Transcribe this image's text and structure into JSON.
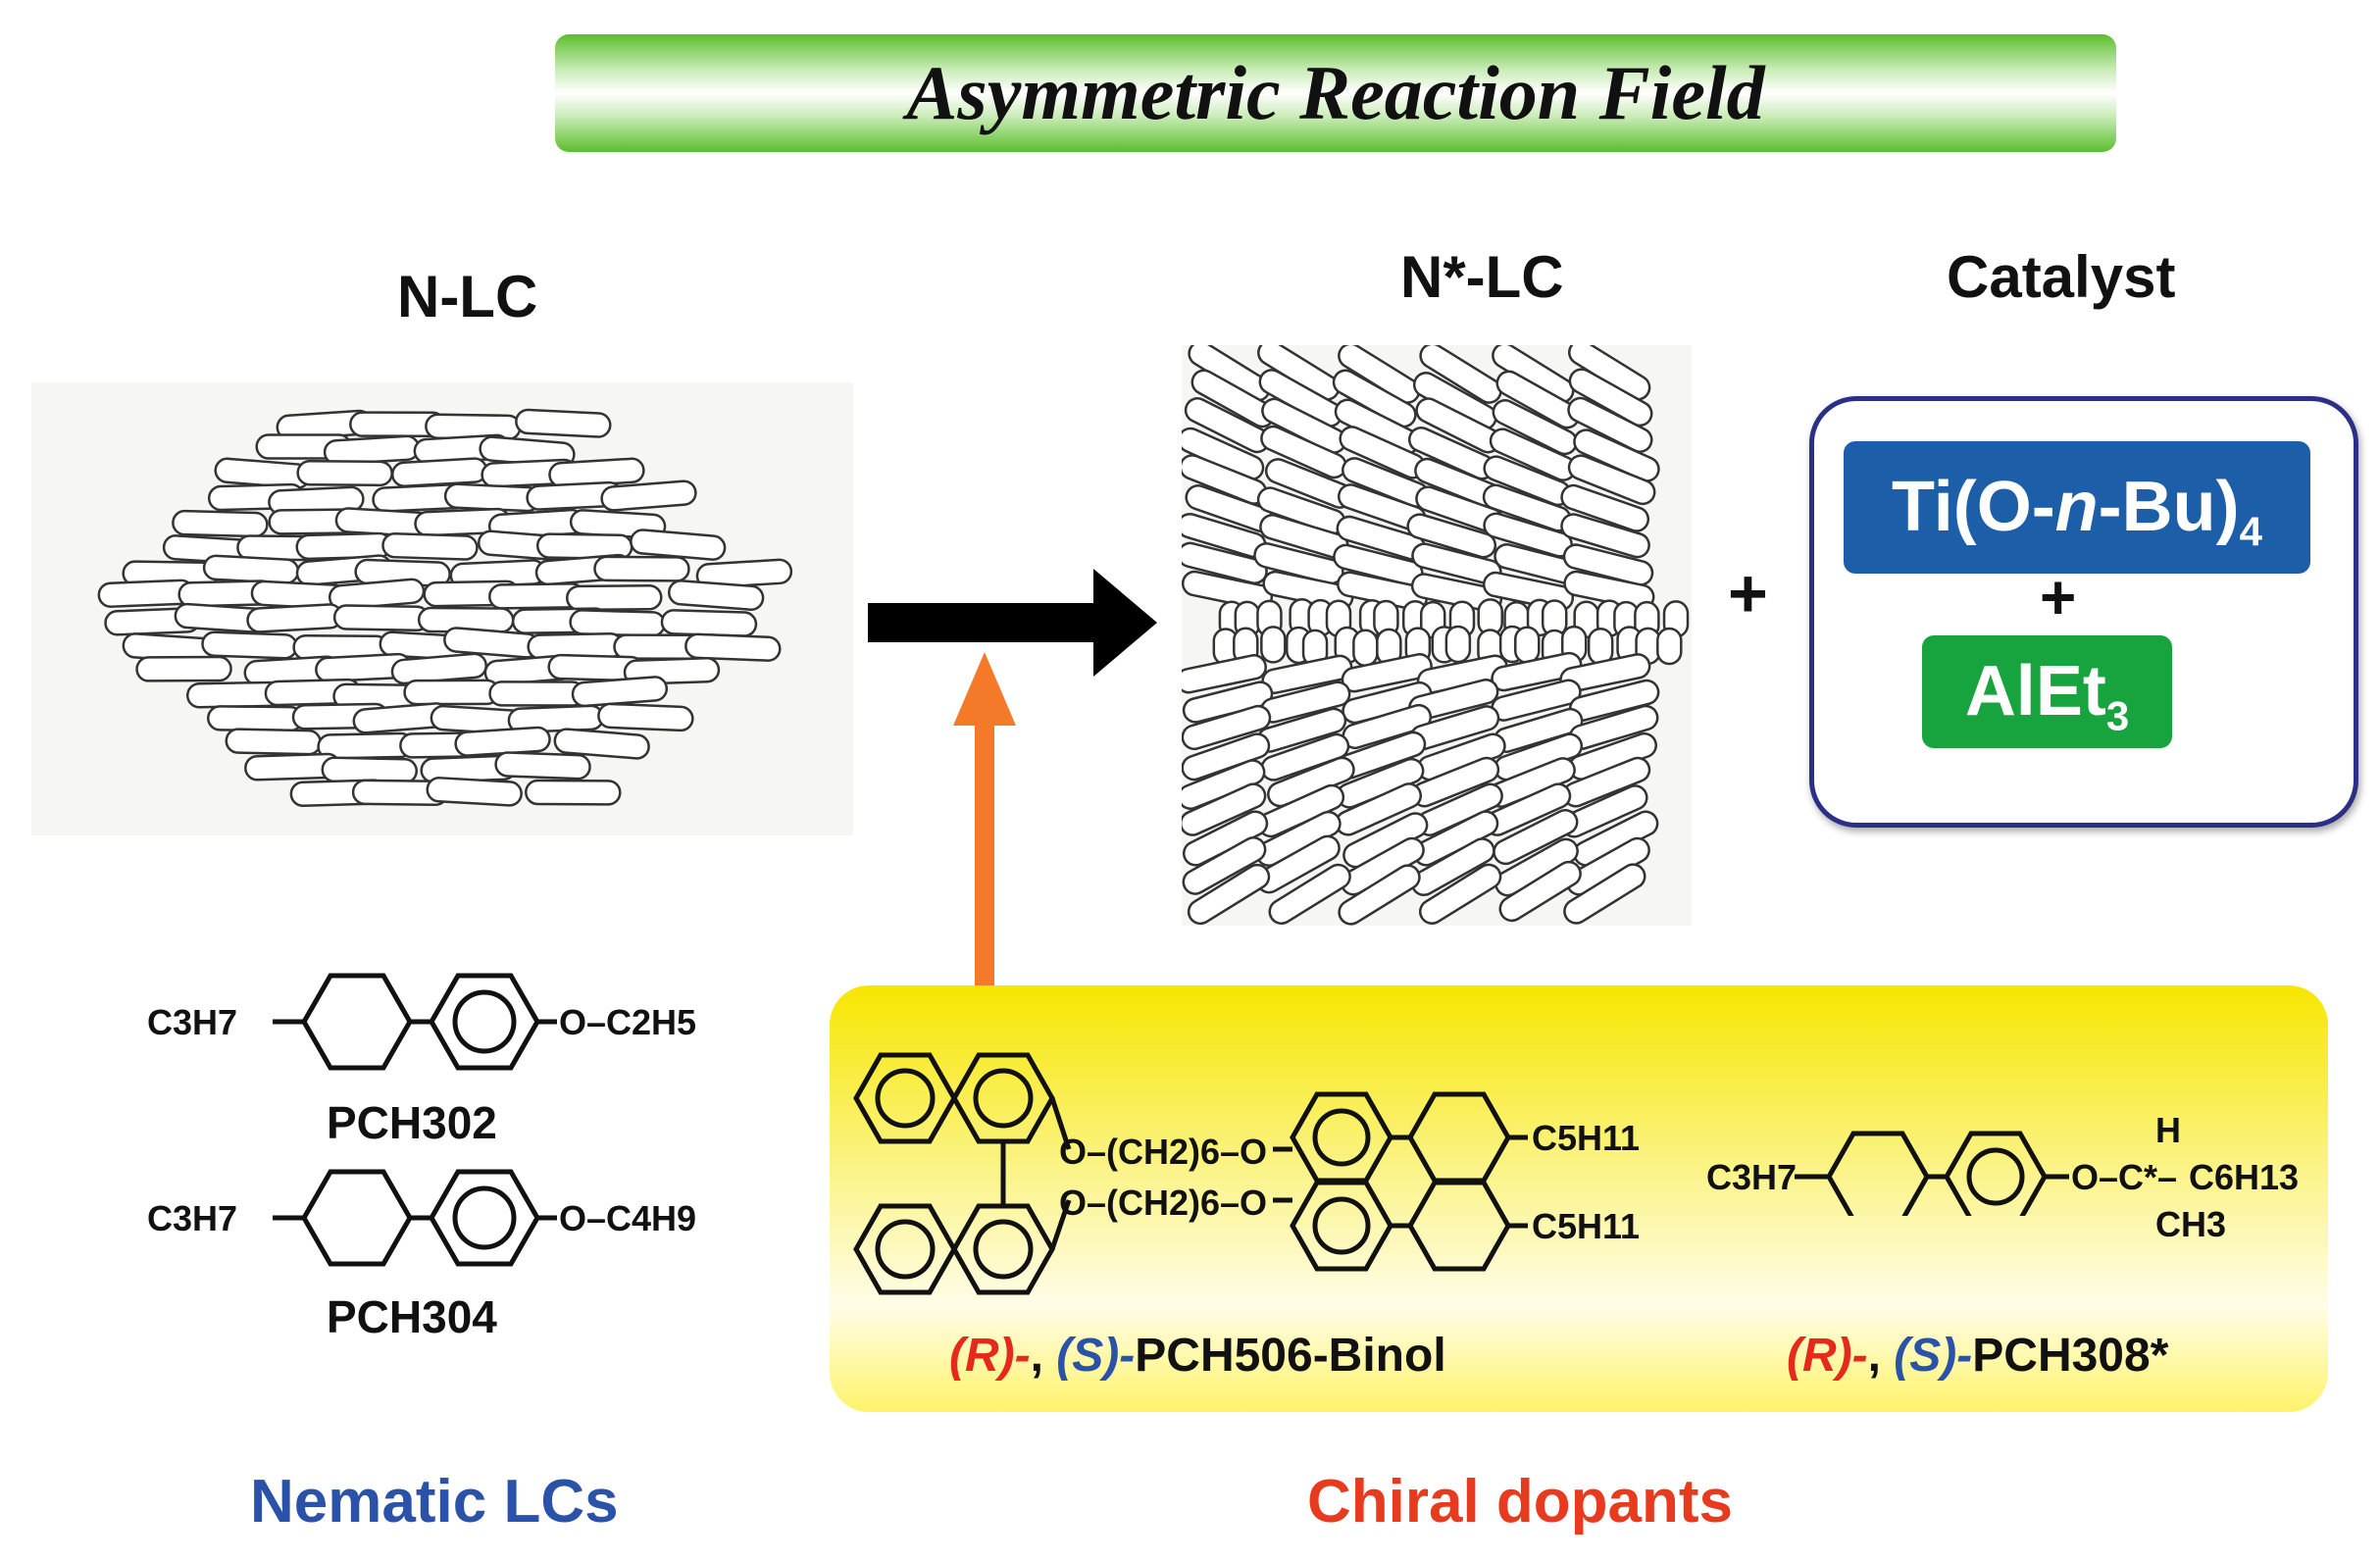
{
  "title": "Asymmetric Reaction Field",
  "headings": {
    "nlc": "N-LC",
    "nstar": "N*-LC",
    "catalyst": "Catalyst"
  },
  "plus": "+",
  "catalyst": {
    "ti": "Ti(O-n-Bu)4",
    "ti_main": "Ti(O-",
    "ti_n": "n",
    "ti_tail": "-Bu)",
    "ti_sub": "4",
    "plus": "+",
    "al_main": "AlEt",
    "al_sub": "3"
  },
  "nematic": {
    "pch302": {
      "name": "PCH302",
      "left_group": "C3H7",
      "right_group": "O–C2H5"
    },
    "pch304": {
      "name": "PCH304",
      "left_group": "C3H7",
      "right_group": "O–C4H9"
    },
    "label": "Nematic LCs"
  },
  "dopants": {
    "binol": {
      "name": "PCH506-Binol",
      "linker": "O–(CH2)6–O",
      "tail": "C5H11"
    },
    "pch308": {
      "name": "PCH308*",
      "left_group": "C3H7",
      "h": "H",
      "ch3": "CH3",
      "c6h13": "C6H13"
    },
    "r_prefix": "(R)-",
    "s_prefix": "(S)-",
    "label": "Chiral dopants"
  },
  "colors": {
    "banner": "#5cbd2e",
    "ti_box": "#1c5fa8",
    "al_box": "#17a33e",
    "catalyst_border": "#2c2f86",
    "yellow_panel": "#f7e600",
    "orange_arrow": "#f47a2a",
    "red_label": "#e52a1c",
    "blue_label": "#2a52a8"
  }
}
